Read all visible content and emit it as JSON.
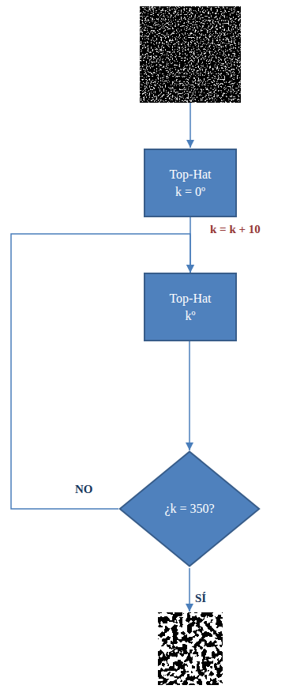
{
  "diagram": {
    "nodes": [
      {
        "text": [
          "Top-Hat",
          "k = 0º"
        ]
      },
      {
        "text": [
          "Top-Hat",
          "kº"
        ]
      },
      {
        "text": [
          "¿k = 350?"
        ]
      }
    ],
    "edges": [
      {
        "from": 0,
        "to": 1,
        "arrow": "to",
        "label": "k = k + 10"
      },
      {
        "from": 1,
        "to": 2,
        "arrow": "to"
      },
      {
        "from": 2,
        "to": 1,
        "arrow": "to",
        "label": "NO"
      }
    ],
    "labels": [
      "SÍ"
    ]
  }
}
